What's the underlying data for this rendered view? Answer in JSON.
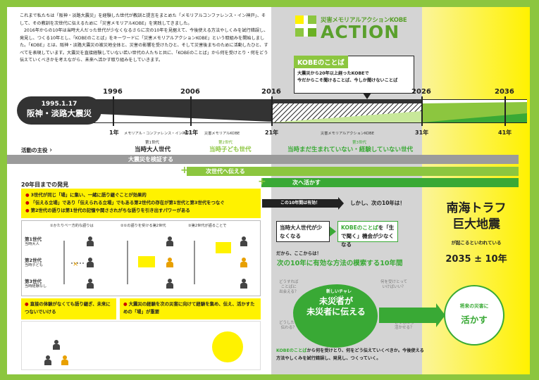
{
  "intro": [
    "これまで私たちは「阪神・淡路大震災」を経験した世代が教訓と提言をまとめた「メモリアルコンファレンス・イン神戸」、そして、その教訓を次世代に伝えるために「災害メモリアルKOBE」を実践してきました。",
    "2016年からの10年は当時大人だった世代が少なくなるさらに次の10年を見据えて、今後使える方法やしくみを試行錯誤し、発見し、つくる10年とし、「KOBEのことば」をキーワードに「災害メモリアルアクションKOBE」という取組みを開始しました。「KOBE」とは、阪神・淡路大震災の被災地全体と、災害の影響を受けたひと、そして災害後まちのために活動したひと、すべてを表現しています。大震災を直接経験していない若い世代の人たちと共に、「KOBEのことば」から何を受けとり・何をどう伝えていくべきかを考えながら、未来へ活かす取り組みをしていきます。"
  ],
  "logo": {
    "sub": "災害メモリアルアクションKOBE",
    "main": "ACTION"
  },
  "kobe_box": {
    "title": "KOBEのことば",
    "line1": "大震災から20年以上経ったKOBEで",
    "line2": "今だからこそ聞けることば、今しか聞けないことば"
  },
  "timeline": {
    "years": [
      "1996",
      "2006",
      "2016",
      "2026",
      "2036"
    ],
    "yr_labels": [
      "1年",
      "11年",
      "21年",
      "31年",
      "41年"
    ],
    "badge_date": "1995.1.17",
    "badge_title": "阪神・淡路大震災",
    "phase_labels": [
      "メモリアル・コンファレンス・イン神戸",
      "災害メモリアルKOBE",
      "災害メモリアルアクションKOBE"
    ]
  },
  "generations": {
    "actor_label": "活動の主役",
    "gen1_small": "第1世代",
    "gen1": "当時大人世代",
    "gen2_small": "第2世代",
    "gen2": "当時子ども世代",
    "gen3_small": "第3世代",
    "gen3": "当時まだ生まれていない・経験していない世代"
  },
  "arrows": {
    "a1": "大震災を検証する",
    "a2": "次世代へ伝える",
    "a3": "次へ活かす"
  },
  "findings": {
    "title": "20年目までの発見",
    "items": [
      "3世代が同じ「場」に集い、一緒に語り継ぐことが効果的",
      "「伝える立場」であり「伝えられる立場」でもある第2世代の存在が第1世代と第3世代をつなぐ",
      "第2世代の語りは第1世代の記憶や関さされがちな語りを引き出すパワーがある"
    ]
  },
  "mid": {
    "arrow": "この10年間は有効！",
    "next": "しかし、次の10年は！"
  },
  "diagram": {
    "labels": [
      "第1世代",
      "第2世代",
      "第3世代"
    ],
    "sub": [
      "当時大人",
      "当時子ども",
      "当時経験なし"
    ],
    "captions": [
      "①かたりべ一方的な語りは",
      "②①の語りを受ける第2世代",
      "③第2世代が語ることで"
    ]
  },
  "left_boxes": {
    "b1": "直接の体験がなくても語り継ぎ、未来につないでいける",
    "b2": "大震災の経験を次の災害に向けて経験を集め、伝え、活かすための「場」が重要"
  },
  "issue": {
    "box_a": "当時大人世代が少なくなる",
    "box_b_g": "KOBEのことば",
    "box_b_rest": "を「生で聞く」機会が少なくなる",
    "dakara": "だから、ここからは！",
    "next10": "次の10年に有効な方法の模索する10年間"
  },
  "nankai": {
    "title": "南海トラフ\n巨大地震",
    "sub": "が起こるといわれている",
    "year": "2035 ± 10年"
  },
  "challenge": {
    "small": "新しいチャレンジ",
    "main": "未災者が\n未災者に伝える"
  },
  "questions": [
    "どうすれば\nことばに\n出会える？",
    "何を受けとって\nいけばいい？",
    "どうしたら\n伝わる？",
    "どうしたら\n活かせる？"
  ],
  "future": {
    "small": "将来の災害に",
    "big": "活かす"
  },
  "bottom": {
    "g": "KOBEのことば",
    "rest": "から何を受けとり、何をどう伝えていくべきか。今後使える方法やしくみを試行錯誤し、発見し、つくっていく。"
  },
  "colors": {
    "green": "#8cc63f",
    "dark_green": "#39a935",
    "yellow": "#fff200",
    "gray": "#d4d4d4"
  }
}
